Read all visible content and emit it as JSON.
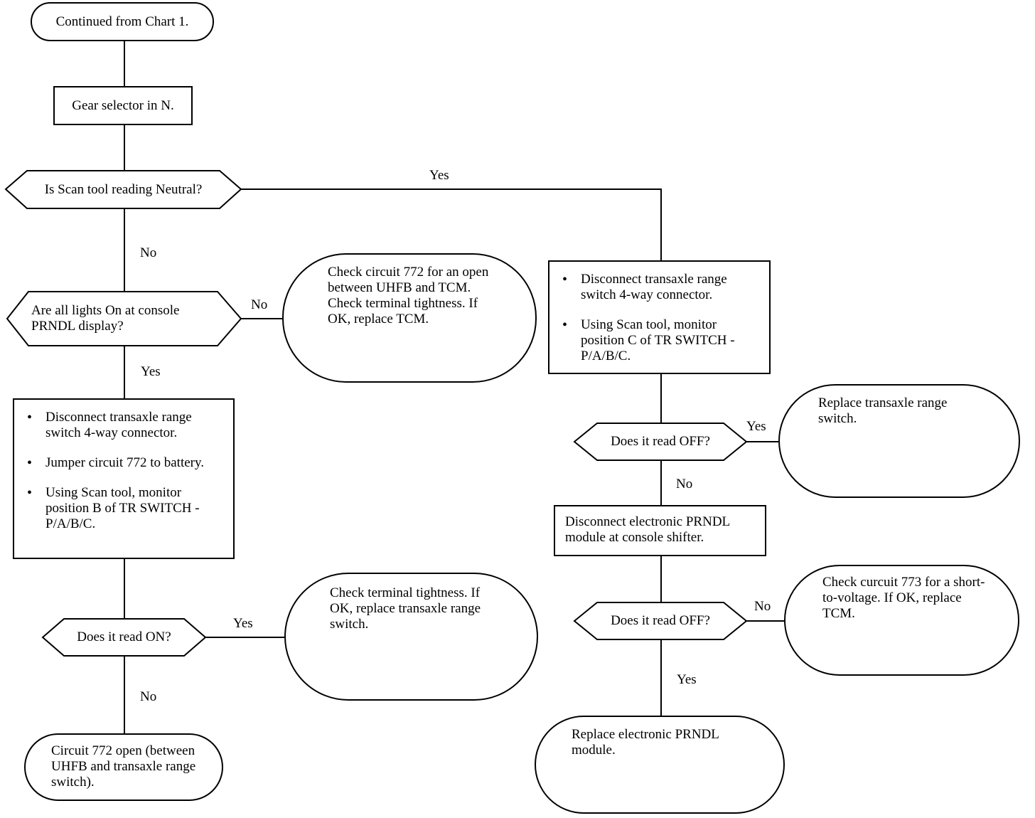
{
  "nodes": {
    "start": "Continued from Chart 1.",
    "gear": "Gear selector in N.",
    "d_neutral": "Is Scan tool reading Neutral?",
    "d_lights": "Are all lights On at console PRNDL display?",
    "oval_772_open": "Check circuit 772 for an open between UHFB and TCM. Check terminal tightness. If OK, replace TCM.",
    "left_steps": [
      "Disconnect transaxle range switch 4-way connector.",
      "Jumper circuit 772 to battery.",
      "Using Scan tool, monitor position B of TR SWITCH - P/A/B/C."
    ],
    "d_on": "Does it read ON?",
    "oval_terminal": "Check terminal tightness. If OK, replace transaxle range switch.",
    "end_772": "Circuit 772 open (between UHFB and transaxle range switch).",
    "right_steps": [
      "Disconnect transaxle range switch 4-way connector.",
      "Using Scan tool, monitor position C of TR SWITCH - P/A/B/C."
    ],
    "d_off1": "Does it read OFF?",
    "oval_replace_switch": "Replace transaxle range switch.",
    "disconnect_prndl": "Disconnect electronic PRNDL module at console shifter.",
    "d_off2": "Does it read OFF?",
    "oval_773": "Check curcuit 773 for a short-to-voltage. If OK, replace TCM.",
    "end_prndl": "Replace electronic PRNDL module."
  },
  "labels": {
    "neutral_yes": "Yes",
    "neutral_no": "No",
    "lights_no": "No",
    "lights_yes": "Yes",
    "on_yes": "Yes",
    "on_no": "No",
    "off1_yes": "Yes",
    "off1_no": "No",
    "off2_no": "No",
    "off2_yes": "Yes"
  }
}
